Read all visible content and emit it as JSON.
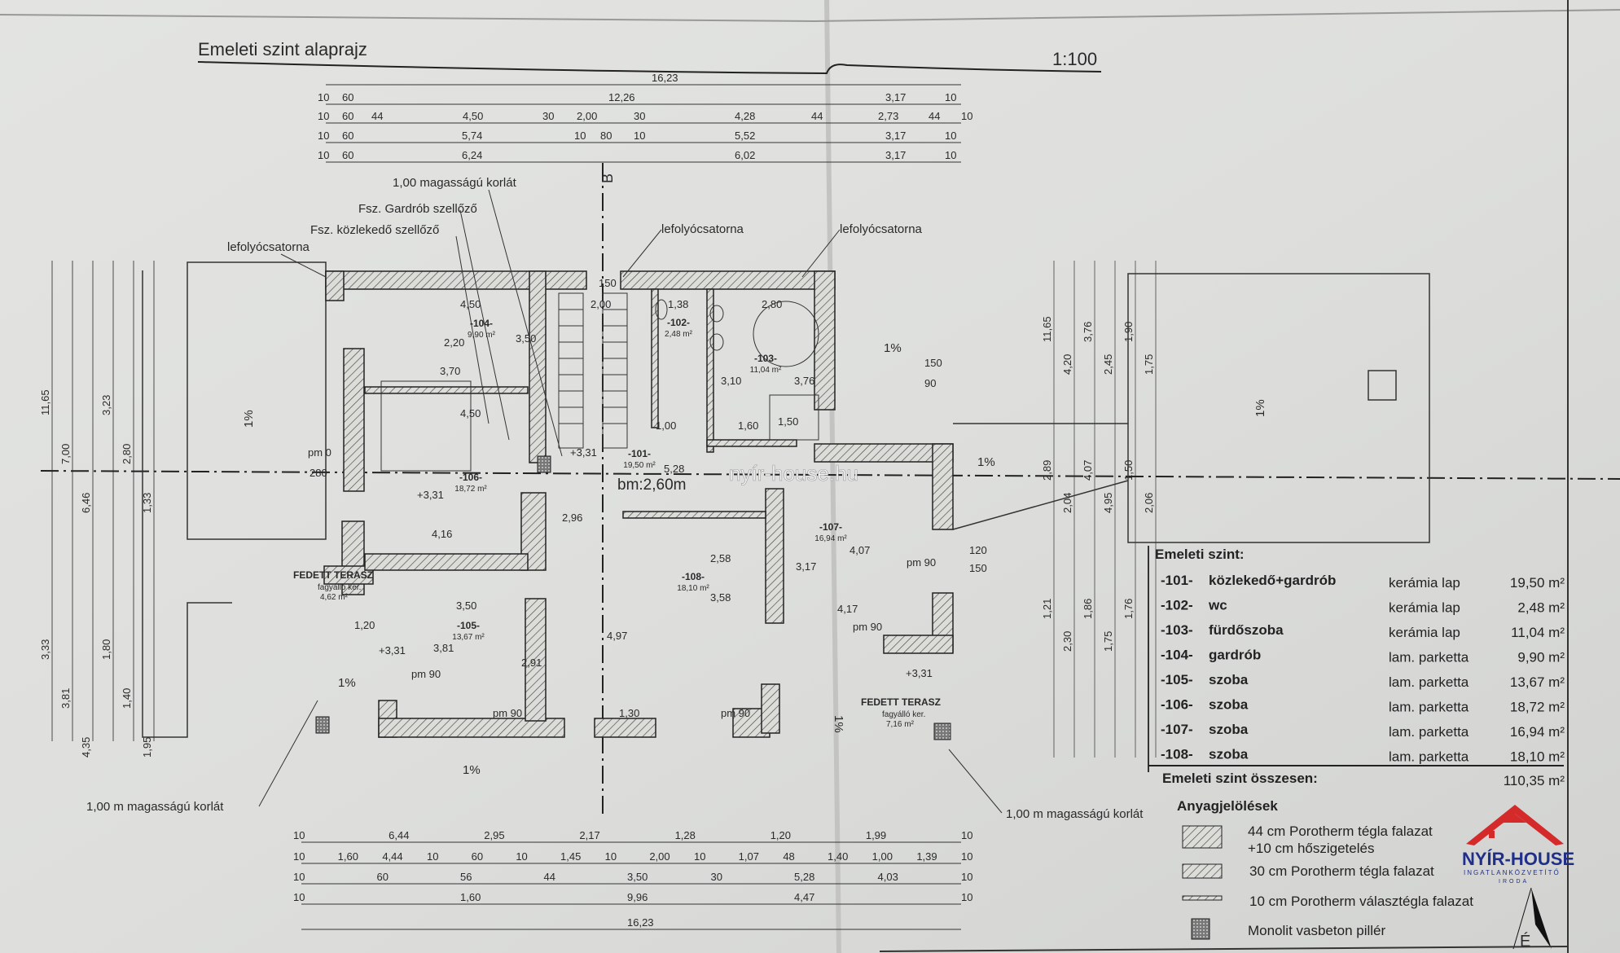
{
  "sheet": {
    "title": "Emeleti szint alaprajz",
    "scale": "1:100",
    "watermark": "nyír-house.hu",
    "section_marker": "B",
    "ceiling_height": "bm:2,60m",
    "north_label": "É"
  },
  "annotations": {
    "railing_top": "1,00 magasságú korlát",
    "vent_wardrobe": "Fsz. Gardrób szellőző",
    "vent_corridor": "Fsz. közlekedő szellőző",
    "gutter_1": "lefolyócsatorna",
    "gutter_2": "lefolyócsatorna",
    "gutter_3": "lefolyócsatorna",
    "railing_bottom_left": "1,00 m magasságú korlát",
    "railing_bottom_right": "1,00 m magasságú korlát",
    "slope_1": "1%",
    "slope_2": "1%",
    "slope_3": "1%",
    "slope_4": "1%",
    "slope_5": "1%",
    "slope_6": "1%",
    "slope_7": "1%",
    "level_1": "+3,31",
    "level_2": "+3,31",
    "level_3": "+3,31",
    "level_4": "+3,31"
  },
  "rooms": [
    {
      "num": "-101-",
      "area": "19,50 m²"
    },
    {
      "num": "-102-",
      "area": "2,48 m²"
    },
    {
      "num": "-103-",
      "area": "11,04 m²"
    },
    {
      "num": "-104-",
      "area": "9,90 m²"
    },
    {
      "num": "-105-",
      "area": "13,67 m²"
    },
    {
      "num": "-106-",
      "area": "18,72 m²"
    },
    {
      "num": "-107-",
      "area": "16,94 m²"
    },
    {
      "num": "-108-",
      "area": "18,10 m²"
    }
  ],
  "terraces": [
    {
      "name": "FEDETT TERASZ",
      "note": "fagyálló ker.",
      "area": "4,62 m²"
    },
    {
      "name": "FEDETT TERASZ",
      "note": "fagyálló ker.",
      "area": "7,16 m²"
    }
  ],
  "dimensions": {
    "top": [
      [
        "16,23"
      ],
      [
        "10",
        "60",
        "12,26",
        "3,17",
        "10"
      ],
      [
        "10",
        "60",
        "44",
        "4,50",
        "30",
        "2,00",
        "30",
        "4,28",
        "44",
        "2,73",
        "44",
        "10"
      ],
      [
        "10",
        "60",
        "5,74",
        "10",
        "80",
        "10",
        "5,52",
        "3,17",
        "10"
      ],
      [
        "10",
        "60",
        "6,24",
        "6,02",
        "3,17",
        "10"
      ]
    ],
    "bottom": [
      [
        "10",
        "6,44",
        "2,95",
        "2,17",
        "1,28",
        "1,20",
        "1,99",
        "10"
      ],
      [
        "10",
        "1,60",
        "4,44",
        "10",
        "60",
        "10",
        "1,45",
        "10",
        "2,00",
        "10",
        "1,07",
        "48",
        "1,40",
        "1,00",
        "1,39",
        "10"
      ],
      [
        "10",
        "60",
        "56",
        "44",
        "3,50",
        "30",
        "5,28",
        "4,03",
        "10"
      ],
      [
        "10",
        "1,60",
        "9,96",
        "4,47",
        "10"
      ],
      [
        "16,23"
      ]
    ],
    "left": [
      "11,65",
      "7,00",
      "6,46",
      "3,23",
      "2,80",
      "1,33",
      "3,33",
      "3,81",
      "4,35",
      "1,80",
      "1,40",
      "1,95"
    ],
    "right": [
      "11,65",
      "4,20",
      "3,76",
      "2,45",
      "1,90",
      "1,75",
      "2,89",
      "2,04",
      "4,07",
      "4,95",
      "1,50",
      "2,06",
      "1,21",
      "2,30",
      "1,86",
      "1,75",
      "1,76"
    ],
    "interior": [
      "4,50",
      "2,20",
      "3,70",
      "3,50",
      "4,50",
      "4,16",
      "2,00",
      "1,38",
      "2,80",
      "3,10",
      "3,76",
      "5,28",
      "2,96",
      "2,58",
      "3,58",
      "4,97",
      "4,07",
      "3,17",
      "4,17",
      "3,50",
      "3,81",
      "2,91",
      "1,20",
      "1,00",
      "1,60",
      "1,50",
      "1,30",
      "pm 90",
      "pm 90",
      "pm 90",
      "pm 90",
      "pm 90",
      "pm 0",
      "280",
      "120",
      "150",
      "150",
      "90",
      "150"
    ]
  },
  "schedule": {
    "title": "Emeleti szint:",
    "rows": [
      {
        "num": "-101-",
        "name": "közlekedő+gardrób",
        "floor": "kerámia lap",
        "area": "19,50 m²"
      },
      {
        "num": "-102-",
        "name": "wc",
        "floor": "kerámia lap",
        "area": "2,48 m²"
      },
      {
        "num": "-103-",
        "name": "fürdőszoba",
        "floor": "kerámia lap",
        "area": "11,04 m²"
      },
      {
        "num": "-104-",
        "name": "gardrób",
        "floor": "lam. parketta",
        "area": "9,90 m²"
      },
      {
        "num": "-105-",
        "name": "szoba",
        "floor": "lam. parketta",
        "area": "13,67 m²"
      },
      {
        "num": "-106-",
        "name": "szoba",
        "floor": "lam. parketta",
        "area": "18,72 m²"
      },
      {
        "num": "-107-",
        "name": "szoba",
        "floor": "lam. parketta",
        "area": "16,94 m²"
      },
      {
        "num": "-108-",
        "name": "szoba",
        "floor": "lam. parketta",
        "area": "18,10 m²"
      }
    ],
    "total_label": "Emeleti szint összesen:",
    "total_area": "110,35 m²"
  },
  "materials": {
    "title": "Anyagjelölések",
    "items": [
      {
        "line1": "44 cm Porotherm tégla falazat",
        "line2": "+10 cm hőszigetelés"
      },
      {
        "line1": "30 cm Porotherm tégla falazat"
      },
      {
        "line1": "10 cm Porotherm választégla falazat"
      },
      {
        "line1": "Monolit vasbeton pillér"
      }
    ]
  },
  "logo": {
    "name": "NYÍR-HOUSE",
    "sub": "INGATLANKÖZVETÍTŐ",
    "sub2": "IRODA",
    "color": "#d42a2a",
    "text_color": "#1f2f8a"
  }
}
